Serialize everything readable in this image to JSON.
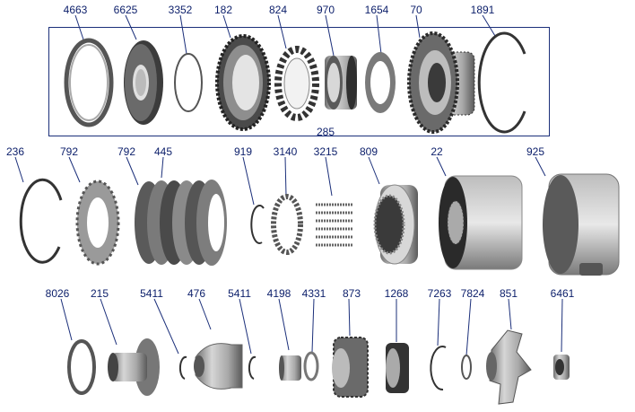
{
  "group": {
    "label": "285"
  },
  "row1": [
    "4663",
    "6625",
    "3352",
    "182",
    "824",
    "970",
    "1654",
    "70",
    "1891"
  ],
  "row2": [
    "236",
    "792",
    "792",
    "445",
    "919",
    "3140",
    "3215",
    "809",
    "22",
    "925"
  ],
  "row3": [
    "8026",
    "215",
    "5411",
    "476",
    "5411",
    "4198",
    "4331",
    "873",
    "1268",
    "7263",
    "7824",
    "851",
    "6461"
  ]
}
